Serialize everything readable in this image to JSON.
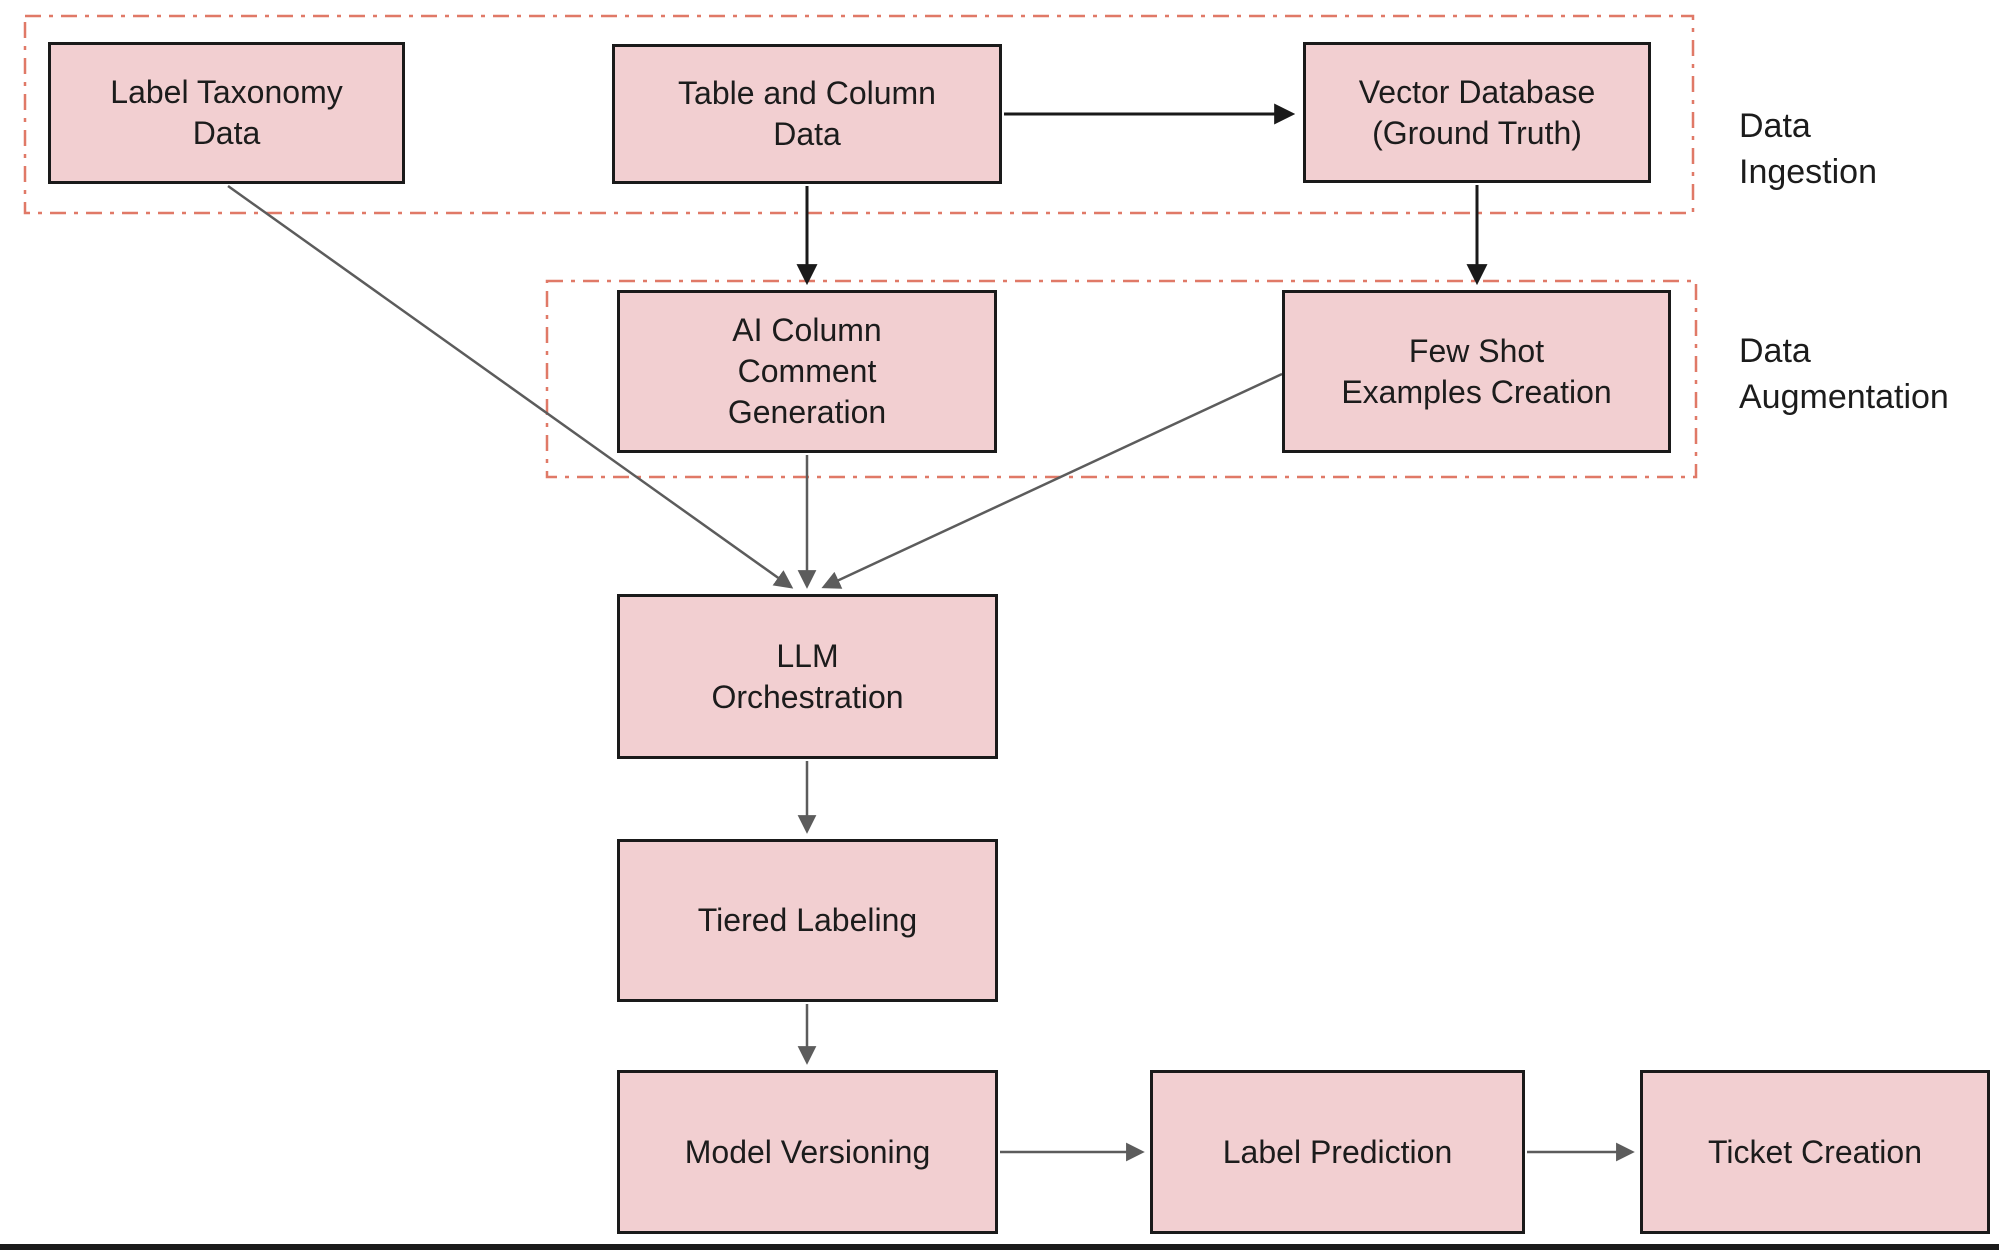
{
  "diagram": {
    "nodes": [
      {
        "id": "label-taxonomy",
        "label": "Label Taxonomy\nData"
      },
      {
        "id": "table-column",
        "label": "Table and Column\nData"
      },
      {
        "id": "vector-db",
        "label": "Vector Database\n(Ground Truth)"
      },
      {
        "id": "ai-column",
        "label": "AI Column\nComment\nGeneration"
      },
      {
        "id": "few-shot",
        "label": "Few Shot\nExamples Creation"
      },
      {
        "id": "llm",
        "label": "LLM\nOrchestration"
      },
      {
        "id": "tiered",
        "label": "Tiered Labeling"
      },
      {
        "id": "model-versioning",
        "label": "Model Versioning"
      },
      {
        "id": "label-prediction",
        "label": "Label Prediction"
      },
      {
        "id": "ticket-creation",
        "label": "Ticket Creation"
      }
    ],
    "groups": [
      {
        "id": "data-ingestion",
        "label": "Data\nIngestion"
      },
      {
        "id": "data-augmentation",
        "label": "Data\nAugmentation"
      }
    ],
    "edges": [
      {
        "from": "table-column",
        "to": "vector-db",
        "color": "black"
      },
      {
        "from": "table-column",
        "to": "ai-column",
        "color": "black"
      },
      {
        "from": "vector-db",
        "to": "few-shot",
        "color": "black"
      },
      {
        "from": "label-taxonomy",
        "to": "llm",
        "color": "gray"
      },
      {
        "from": "ai-column",
        "to": "llm",
        "color": "gray"
      },
      {
        "from": "few-shot",
        "to": "llm",
        "color": "gray"
      },
      {
        "from": "llm",
        "to": "tiered",
        "color": "gray"
      },
      {
        "from": "tiered",
        "to": "model-versioning",
        "color": "gray"
      },
      {
        "from": "model-versioning",
        "to": "label-prediction",
        "color": "gray"
      },
      {
        "from": "label-prediction",
        "to": "ticket-creation",
        "color": "gray"
      }
    ]
  },
  "colors": {
    "background": "#ffffff",
    "node_fill": "#f2cfd1",
    "node_border": "#1a1a1a",
    "group_border": "#e07967",
    "edge_black": "#1a1a1a",
    "edge_gray": "#5c5c5c",
    "text": "#1c1c1c"
  }
}
